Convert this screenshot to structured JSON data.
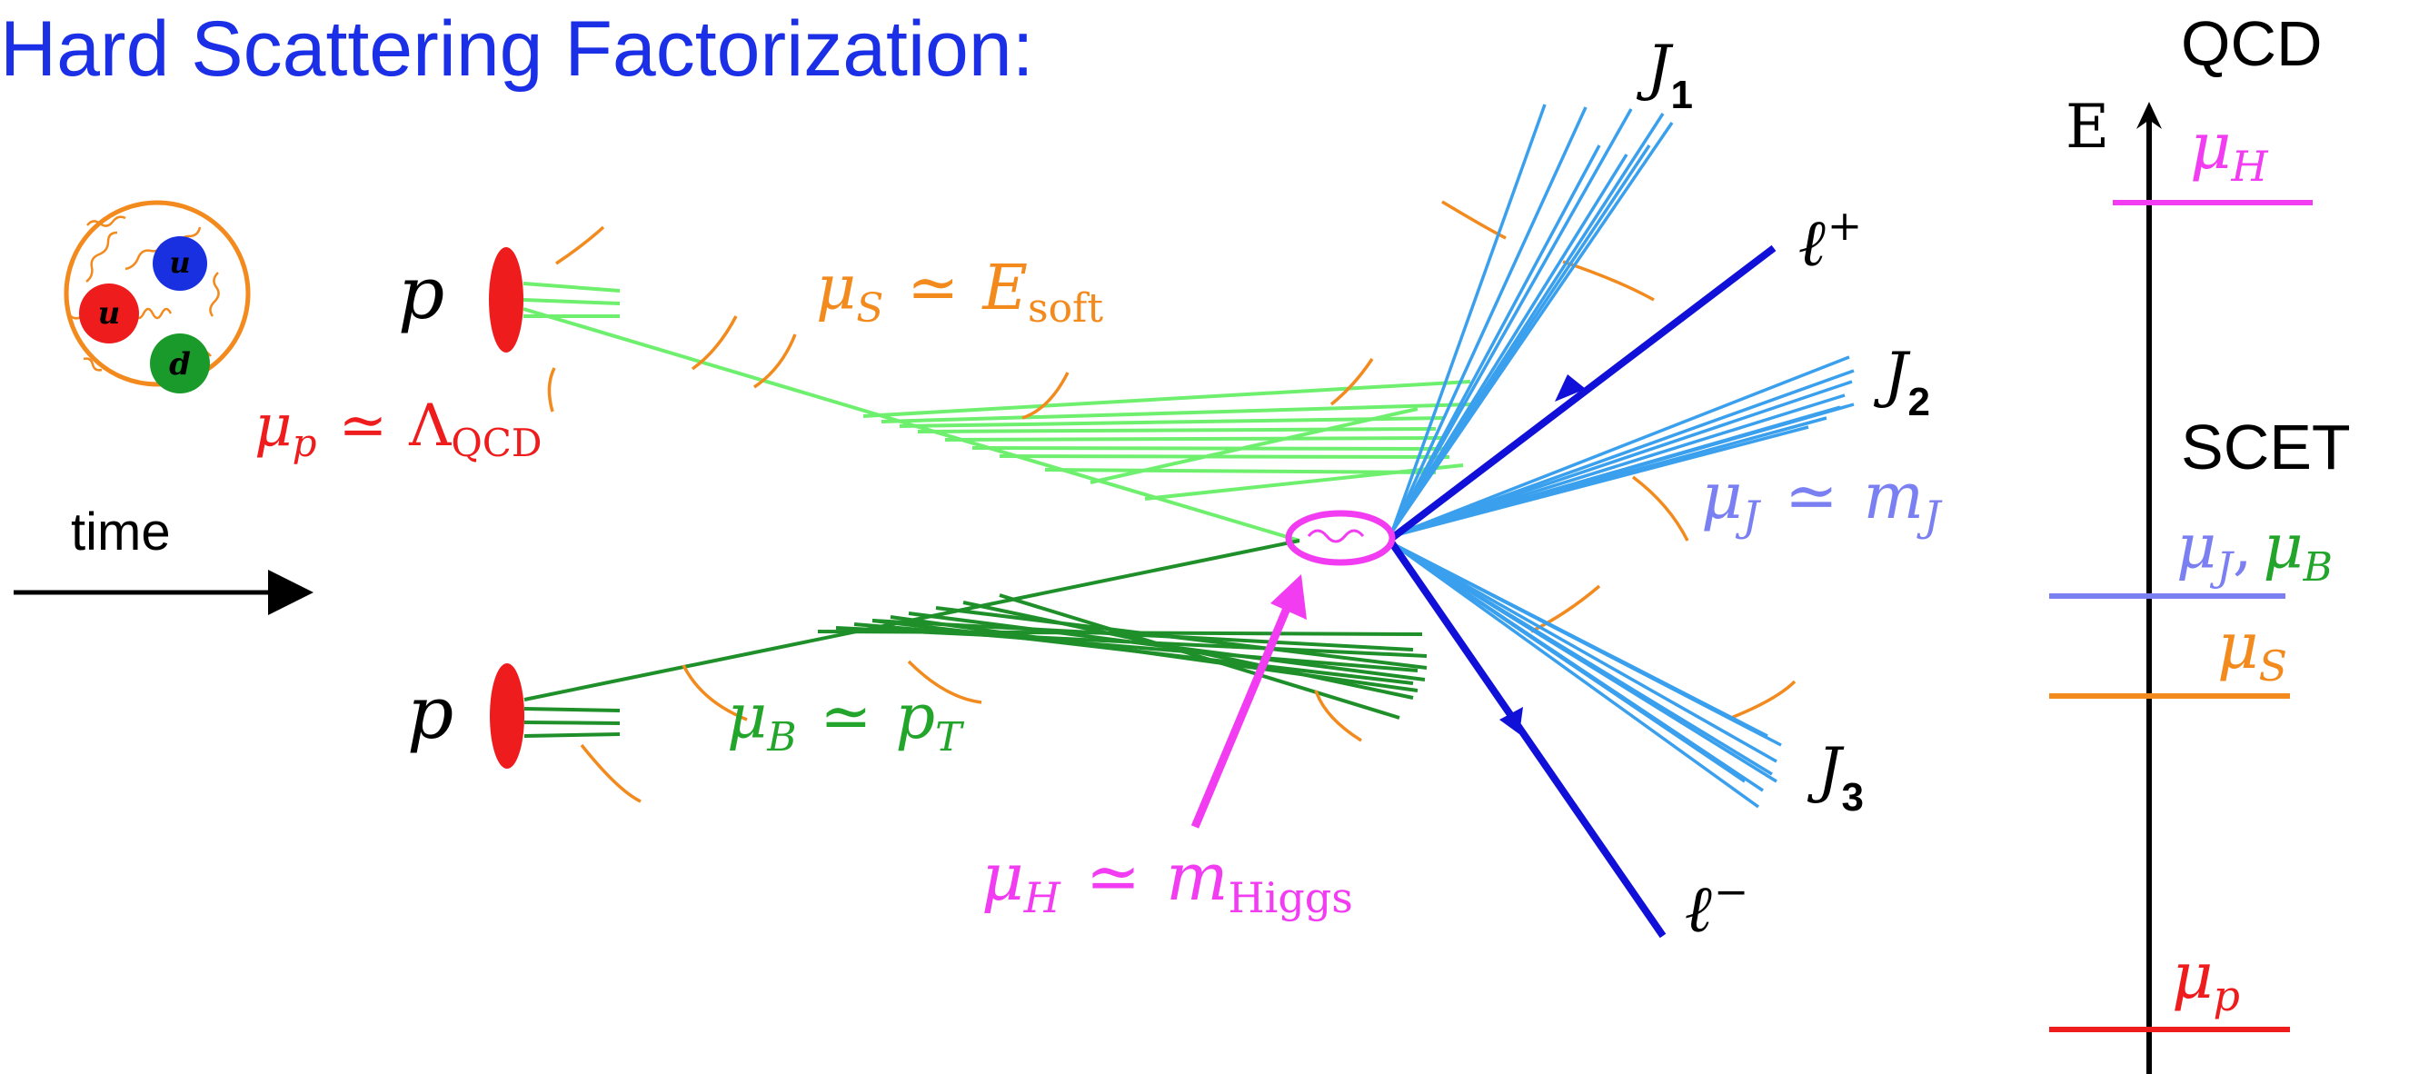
{
  "title": "Hard Scattering Factorization:",
  "time_label": "time",
  "proton": {
    "label": "p",
    "quarks": [
      "u",
      "u",
      "d"
    ]
  },
  "annotations": {
    "mu_p": {
      "sym": "μ",
      "sub": "p",
      "rel": "≃",
      "rhs": "Λ",
      "rhs_sub": "QCD"
    },
    "mu_S": {
      "sym": "μ",
      "sub": "S",
      "rel": "≃",
      "rhs": "E",
      "rhs_sub": "soft"
    },
    "mu_B": {
      "sym": "μ",
      "sub": "B",
      "rel": "≃",
      "rhs": "p",
      "rhs_sub": "T"
    },
    "mu_J": {
      "sym": "μ",
      "sub": "J",
      "rel": "≃",
      "rhs": "m",
      "rhs_sub": "J"
    },
    "mu_H": {
      "sym": "μ",
      "sub": "H",
      "rel": "≃",
      "rhs": "m",
      "rhs_sub": "Higgs"
    }
  },
  "jets": {
    "J1": {
      "letter": "J",
      "sub": "1"
    },
    "J2": {
      "letter": "J",
      "sub": "2"
    },
    "J3": {
      "letter": "J",
      "sub": "3"
    }
  },
  "leptons": {
    "plus": {
      "letter": "ℓ",
      "sup": "+"
    },
    "minus": {
      "letter": "ℓ",
      "sup": "−"
    }
  },
  "scale_axis": {
    "axis_letter": "E",
    "top_label": "QCD",
    "mid_label": "SCET",
    "levels": {
      "H": {
        "sym": "μ",
        "sub": "H"
      },
      "JB": {
        "sym": "μ",
        "sub1": "J",
        "sep": ",",
        "sym2": "μ",
        "sub2": "B"
      },
      "S": {
        "sym": "μ",
        "sub": "S"
      },
      "p": {
        "sym": "μ",
        "sub": "p"
      }
    }
  },
  "colors": {
    "title": "#1a2fe6",
    "orange": "#f28a1e",
    "red": "#ee1c1c",
    "light_green": "#6ef06e",
    "dark_green": "#1f8f2a",
    "annot_green": "#22a52a",
    "jet_blue": "#3aa0ee",
    "lepton_blue": "#1010d8",
    "magenta": "#f23cf2",
    "periwinkle": "#7a7ff2",
    "quark_blue": "#1830e0",
    "quark_green": "#1a9a2a"
  }
}
